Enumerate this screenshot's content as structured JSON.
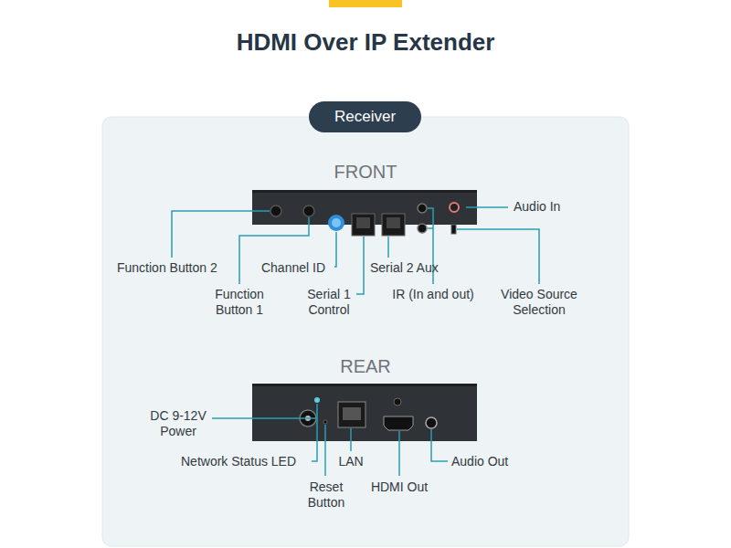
{
  "diagram": {
    "title": "HDMI Over IP Extender",
    "nodes": [
      {
        "text": [
          "Receiver"
        ]
      }
    ],
    "labels": [
      "FRONT",
      "Audio In",
      "Function Button 2",
      "Channel ID",
      "Serial 2 Aux",
      "Function Button 1",
      "Serial 1 Control",
      "IR (In and out)",
      "Video Source Selection",
      "REAR",
      "DC 9-12V Power",
      "Network Status LED",
      "LAN",
      "Audio Out",
      "Reset Button",
      "HDMI Out"
    ]
  }
}
